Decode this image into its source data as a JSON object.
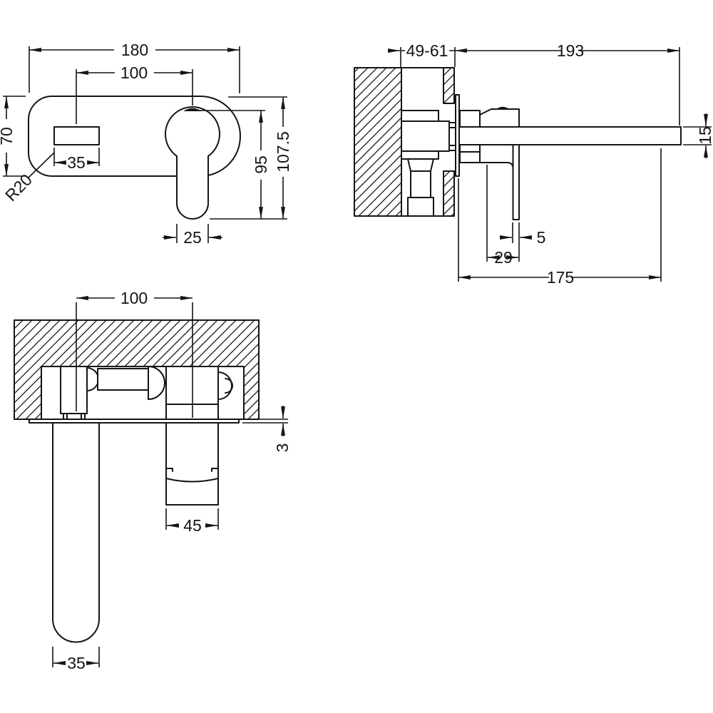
{
  "drawing": {
    "type": "technical-dimension-drawing",
    "subject": "wall-mounted-basin-mixer-tap",
    "line_color": "#141414",
    "background": "#ffffff"
  },
  "dimensions": {
    "front_width": "180",
    "front_hole_centres": "100",
    "front_plate_height": "70",
    "front_spout_hole_width": "35",
    "front_corner_radius": "R20",
    "front_handle_height": "95",
    "front_overall_height": "107.5",
    "front_handle_width": "25",
    "side_wall_depth_range": "49-61",
    "side_spout_projection": "193",
    "side_spout_thickness": "15",
    "side_lever_thickness": "5",
    "side_lever_offset": "29",
    "side_lower_projection": "175",
    "plan_hole_centres": "100",
    "plan_plate_thickness": "3",
    "plan_handle_width": "45",
    "plan_spout_width": "35"
  }
}
